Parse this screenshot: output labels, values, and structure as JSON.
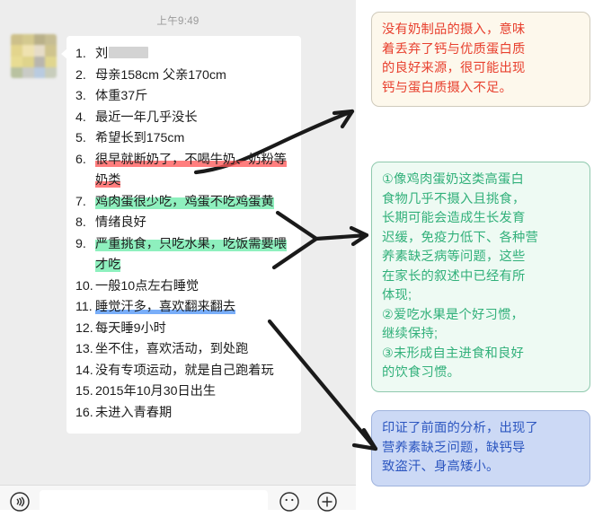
{
  "chat": {
    "timestamp": "上午9:49",
    "avatar_name": "blurred-avatar",
    "message_items": [
      {
        "num": "1.",
        "text": "刘",
        "highlight": "none",
        "redacted": true
      },
      {
        "num": "2.",
        "text": "母亲158cm 父亲170cm",
        "highlight": "none",
        "redacted": false
      },
      {
        "num": "3.",
        "text": "体重37斤",
        "highlight": "none",
        "redacted": false
      },
      {
        "num": "4.",
        "text": "最近一年几乎没长",
        "highlight": "none",
        "redacted": false
      },
      {
        "num": "5.",
        "text": "希望长到175cm",
        "highlight": "none",
        "redacted": false
      },
      {
        "num": "6.",
        "text": "很早就断奶了，不喝牛奶、奶粉等奶类",
        "highlight": "red",
        "redacted": false
      },
      {
        "num": "7.",
        "text": "鸡肉蛋很少吃，鸡蛋不吃鸡蛋黄",
        "highlight": "green",
        "redacted": false
      },
      {
        "num": "8.",
        "text": "情绪良好",
        "highlight": "none",
        "redacted": false
      },
      {
        "num": "9.",
        "text": "严重挑食，只吃水果，吃饭需要喂才吃",
        "highlight": "green",
        "redacted": false
      },
      {
        "num": "10.",
        "text": "一般10点左右睡觉",
        "highlight": "none",
        "redacted": false
      },
      {
        "num": "11.",
        "text": "睡觉汗多，喜欢翻来翻去",
        "highlight": "blue",
        "redacted": false
      },
      {
        "num": "12.",
        "text": "每天睡9小时",
        "highlight": "none",
        "redacted": false
      },
      {
        "num": "13.",
        "text": "坐不住，喜欢活动，到处跑",
        "highlight": "none",
        "redacted": false
      },
      {
        "num": "14.",
        "text": "没有专项运动，就是自己跑着玩",
        "highlight": "none",
        "redacted": false
      },
      {
        "num": "15.",
        "text": "2015年10月30日出生",
        "highlight": "none",
        "redacted": false
      },
      {
        "num": "16.",
        "text": "未进入青春期",
        "highlight": "none",
        "redacted": false
      }
    ]
  },
  "toolbar": {
    "voice_icon": "voice-wave-icon",
    "emoji_icon": "emoji-face-icon",
    "plus_icon": "plus-circle-icon",
    "input_value": "",
    "input_placeholder": ""
  },
  "annotations": [
    {
      "id": "dairy-note",
      "color": "#e8402e",
      "bg": "#fdf8ec",
      "border": "#cfcabc",
      "lines": [
        "没有奶制品的摄入，意味",
        "着丢弃了钙与优质蛋白质",
        "的良好来源，很可能出现",
        "钙与蛋白质摄入不足。"
      ]
    },
    {
      "id": "protein-note",
      "color": "#31b07a",
      "bg": "#eefaf3",
      "border": "#8fc9ae",
      "lines": [
        "①像鸡肉蛋奶这类高蛋白",
        "食物几乎不摄入且挑食，",
        "长期可能会造成生长发育",
        "迟缓，免疫力低下、各种营",
        "养素缺乏病等问题，这些",
        "在家长的叙述中已经有所",
        "体现;",
        "②爱吃水果是个好习惯，",
        "继续保持;",
        "③未形成自主进食和良好",
        "的饮食习惯。"
      ]
    },
    {
      "id": "sweating-note",
      "color": "#2c56c0",
      "bg": "#ccd9f5",
      "border": "#9fb3dd",
      "lines": [
        "印证了前面的分析，出现了",
        "营养素缺乏问题，缺钙导",
        "致盗汗、身高矮小。"
      ]
    }
  ],
  "arrows": [
    {
      "id": "arrow-to-dairy-note",
      "from": "item-6",
      "to": "dairy-note"
    },
    {
      "id": "arrow-to-protein-note",
      "from": "item-7-item-9",
      "to": "protein-note"
    },
    {
      "id": "arrow-to-sweating-note",
      "from": "item-11",
      "to": "sweating-note"
    }
  ],
  "avatar_colors": [
    "#cdc08a",
    "#d4c98f",
    "#b9b089",
    "#c6bd93",
    "#e3d58d",
    "#efe2b0",
    "#e6dcc8",
    "#cfc48e",
    "#e8dc93",
    "#dfd48c",
    "#b9b6ae",
    "#e0d68f",
    "#b9c2a0",
    "#c9cbc6",
    "#b9cbe0",
    "#c8cdbc"
  ]
}
